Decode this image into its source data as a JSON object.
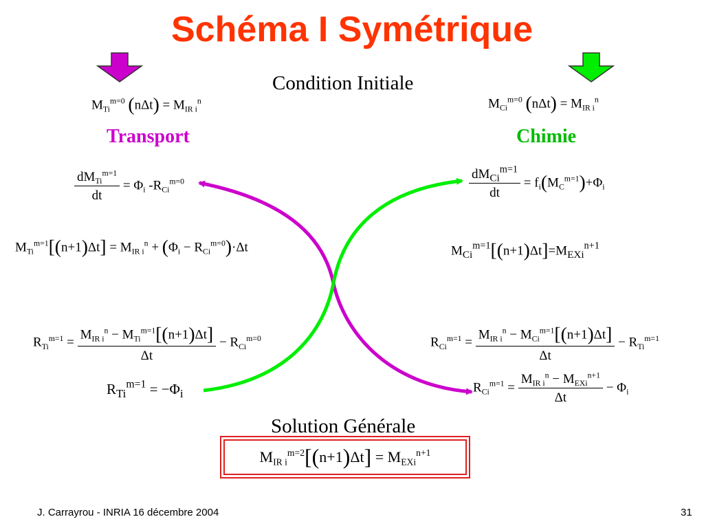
{
  "slide": {
    "title": "Schéma I Symétrique",
    "condition_initiale": "Condition Initiale",
    "transport_label": "Transport",
    "chimie_label": "Chimie",
    "solution_generale": "Solution Générale",
    "footer_left": "J. Carrayrou  -  INRIA 16 décembre 2004",
    "page_number": "31"
  },
  "colors": {
    "title": "#ff3300",
    "transport": "#cc00cc",
    "chimie": "#00bb00",
    "transport_arrow": "#cc00cc",
    "chimie_arrow": "#00ee00",
    "box_border": "#e02020"
  },
  "icons": {
    "transport_arrow": "down-arrow-icon",
    "chimie_arrow": "down-arrow-icon"
  }
}
